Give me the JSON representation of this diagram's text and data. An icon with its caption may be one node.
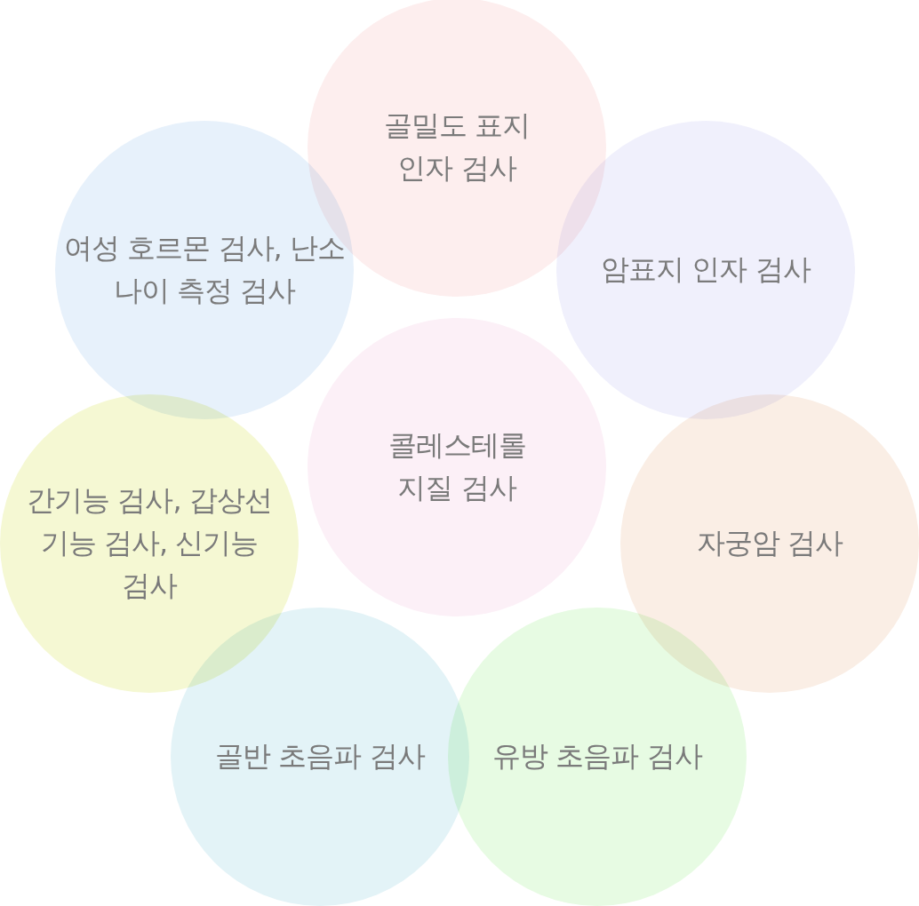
{
  "diagram": {
    "nodes": [
      {
        "text": [
          "골밀도 표지 인자 검사"
        ]
      },
      {
        "text": [
          "여성 호르몬 검사, 난소 나이 측정 검사"
        ]
      },
      {
        "text": [
          "암표지 인자 검사"
        ]
      },
      {
        "text": [
          "콜레스테롤 지질 검사"
        ]
      },
      {
        "text": [
          "간기능 검사, 갑상선 기능 검사, 신기능 검사"
        ]
      },
      {
        "text": [
          "자궁암 검사"
        ]
      },
      {
        "text": [
          "골반 초음파 검사"
        ]
      },
      {
        "text": [
          "유방 초음파 검사"
        ]
      }
    ]
  }
}
